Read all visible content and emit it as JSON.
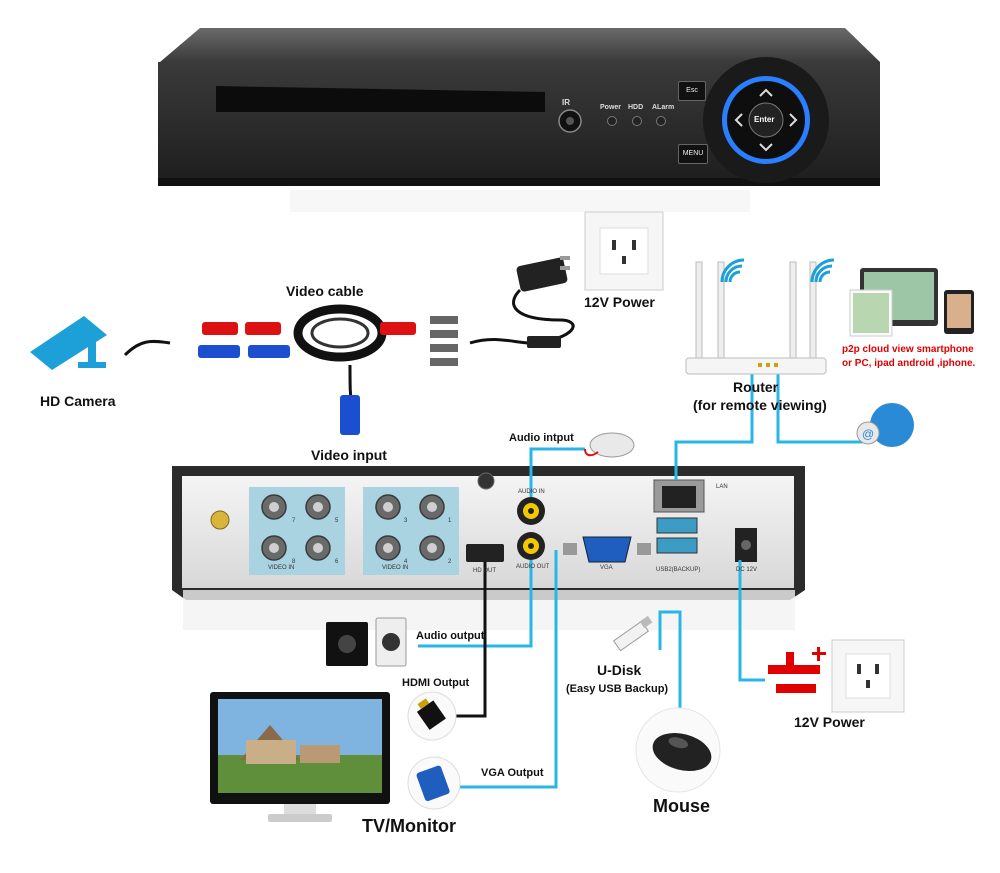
{
  "front_panel": {
    "ir": "IR",
    "led_labels": [
      "Power",
      "HDD",
      "ALarm"
    ],
    "esc_label": "Esc",
    "menu_label": "MENU",
    "enter_label": "Enter"
  },
  "labels": {
    "video_cable": "Video cable",
    "hd_camera": "HD Camera",
    "video_input": "Video input",
    "power_top": "12V Power",
    "router_line1": "Router",
    "router_line2": "(for remote viewing)",
    "p2p_line1": "p2p cloud  view smartphone",
    "p2p_line2": "or PC, ipad android ,iphone.",
    "audio_input": "Audio intput",
    "audio_output": "Audio output",
    "hdmi_output": "HDMI Output",
    "vga_output": "VGA Output",
    "udisk": "U-Disk",
    "udisk_sub": "(Easy USB Backup)",
    "mouse": "Mouse",
    "tv_monitor": "TV/Monitor",
    "power_bottom": "12V Power"
  },
  "rear_panel": {
    "video_in_left": "VIDEO IN",
    "video_in_right": "VIDEO IN",
    "bnc_numbers_left": [
      "7",
      "5",
      "8",
      "6"
    ],
    "bnc_numbers_right": [
      "3",
      "1",
      "4",
      "2"
    ],
    "audio_in": "AUDIO IN",
    "audio_out": "AUDIO OUT",
    "hdmi": "HD OUT",
    "vga": "VGA",
    "lan": "LAN",
    "usb": "USB2(BACKUP)",
    "dc": "DC 12V"
  },
  "colors": {
    "wire_blue": "#29b6e6",
    "wire_black": "#111111",
    "camera_blue": "#1d9fd8",
    "enter_ring": "#2a7fff",
    "p2p_text": "#e00000"
  }
}
